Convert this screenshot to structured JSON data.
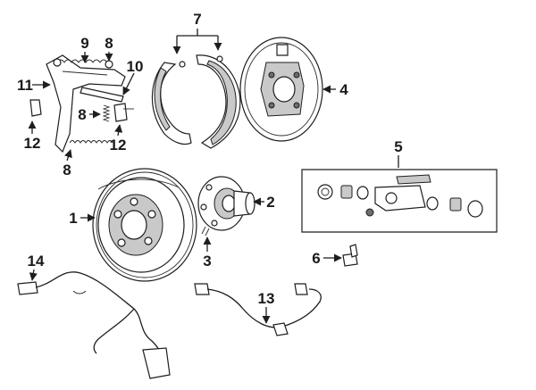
{
  "callouts": {
    "c1": "1",
    "c2": "2",
    "c3": "3",
    "c4": "4",
    "c5": "5",
    "c6": "6",
    "c7": "7",
    "c8a": "8",
    "c8b": "8",
    "c8c": "8",
    "c9": "9",
    "c10": "10",
    "c11": "11",
    "c12a": "12",
    "c12b": "12",
    "c13": "13",
    "c14": "14"
  }
}
